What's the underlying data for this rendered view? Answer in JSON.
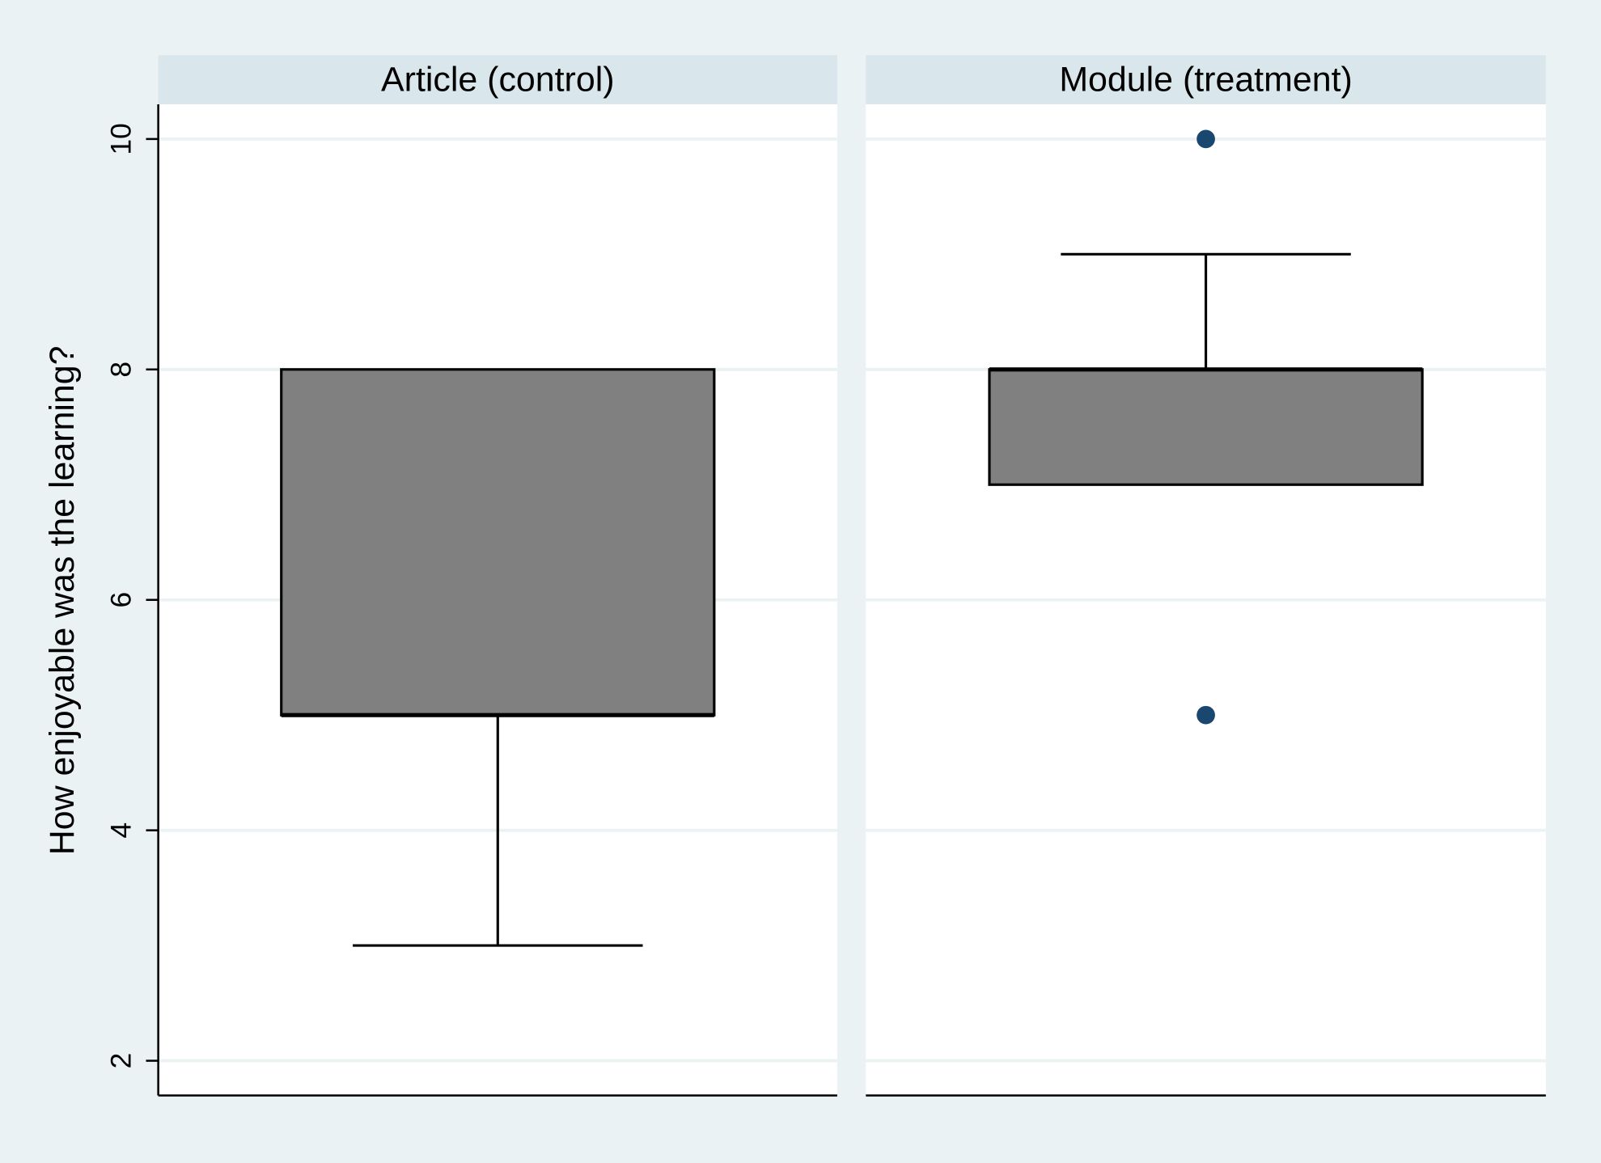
{
  "chart_data": {
    "type": "boxplot",
    "ylabel": "How enjoyable was the learning?",
    "ylim": [
      1.7,
      10.3
    ],
    "yticks": [
      2,
      4,
      6,
      8,
      10
    ],
    "ytick_labels": [
      "2",
      "4",
      "6",
      "8",
      "10"
    ],
    "grid": true,
    "panels": [
      {
        "title": "Article (control)",
        "whisker_low": 3,
        "q1": 5,
        "median": 5,
        "q3": 8,
        "whisker_high": 8,
        "outliers": []
      },
      {
        "title": "Module (treatment)",
        "whisker_low": 7,
        "q1": 7,
        "median": 8,
        "q3": 8,
        "whisker_high": 9,
        "outliers": [
          10,
          5
        ]
      }
    ],
    "colors": {
      "background": "#eaf2f3",
      "strip": "#d9e6eb",
      "box": "#808080",
      "outlier": "#1a476f",
      "grid": "#eaf2f3"
    }
  }
}
